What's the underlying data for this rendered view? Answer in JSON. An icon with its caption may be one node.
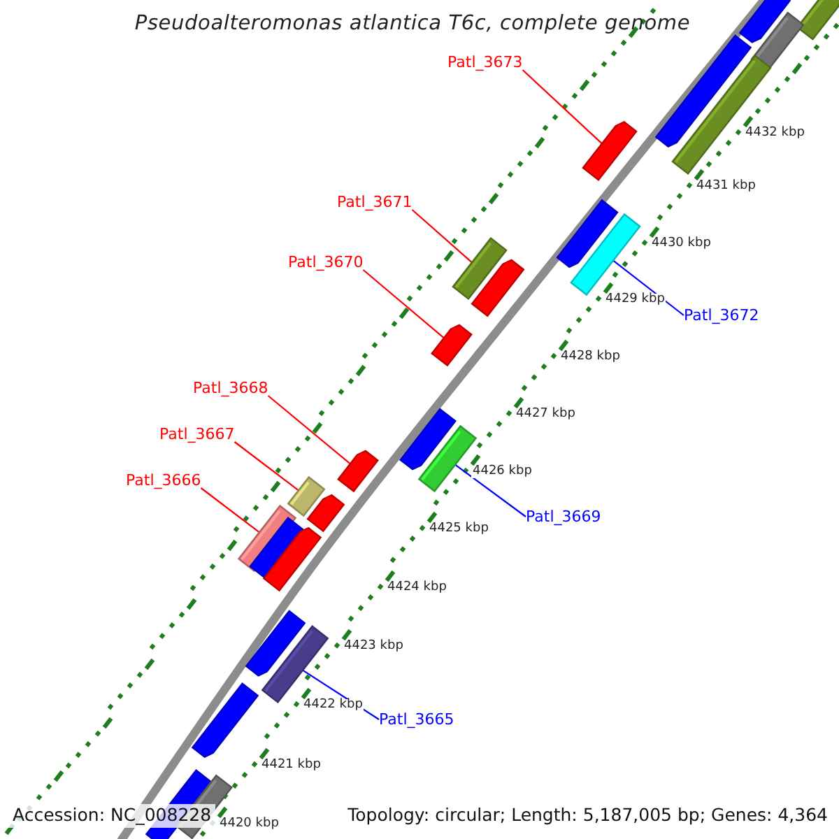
{
  "diagram": {
    "title": "Pseudoalteromonas atlantica T6c, complete genome",
    "nodes": [
      {
        "text": [
          "Patl_3673"
        ]
      },
      {
        "text": [],
        "shape": "arrow"
      },
      {
        "text": [
          "Patl_3671"
        ]
      },
      {
        "text": [],
        "shape": "bar"
      },
      {
        "text": [
          "Patl_3672"
        ]
      },
      {
        "text": [],
        "shape": "bar"
      },
      {
        "text": [
          "Patl_3670"
        ]
      },
      {
        "text": [],
        "shape": "arrow"
      },
      {
        "text": [
          "Patl_3668"
        ]
      },
      {
        "text": [],
        "shape": "arrow"
      },
      {
        "text": [
          "Patl_3667"
        ]
      },
      {
        "text": [],
        "shape": "bar"
      },
      {
        "text": [
          "Patl_3669"
        ]
      },
      {
        "text": [],
        "shape": "bar"
      },
      {
        "text": [
          "Patl_3666"
        ]
      },
      {
        "text": [],
        "shape": "bar"
      },
      {
        "text": [
          "Patl_3665"
        ]
      },
      {
        "text": [],
        "shape": "bar"
      },
      {
        "text": [],
        "shape": "arrow"
      },
      {
        "text": [],
        "shape": "bar"
      },
      {
        "text": [],
        "shape": "bar"
      },
      {
        "text": [],
        "shape": "arrow"
      },
      {
        "text": [],
        "shape": "bar"
      },
      {
        "text": [],
        "shape": "arrow"
      },
      {
        "text": [],
        "shape": "arrow"
      },
      {
        "text": [],
        "shape": "arrow"
      },
      {
        "text": [],
        "shape": "arrow"
      },
      {
        "text": [],
        "shape": "bar"
      },
      {
        "text": [],
        "shape": "arrow"
      },
      {
        "text": [],
        "shape": "arrow"
      },
      {
        "text": [],
        "shape": "arrow"
      },
      {
        "text": [],
        "shape": "arrow"
      },
      {
        "text": [],
        "shape": "bar"
      }
    ],
    "edges": [
      {
        "from": 0,
        "to": 1,
        "arrow": "none"
      },
      {
        "from": 2,
        "to": 3,
        "arrow": "none"
      },
      {
        "from": 4,
        "to": 5,
        "arrow": "none",
        "color": "#0000ff"
      },
      {
        "from": 6,
        "to": 7,
        "arrow": "none"
      },
      {
        "from": 8,
        "to": 9,
        "arrow": "none"
      },
      {
        "from": 10,
        "to": 11,
        "arrow": "none"
      },
      {
        "from": 12,
        "to": 13,
        "arrow": "none",
        "color": "#0000ff"
      },
      {
        "from": 14,
        "to": 15,
        "arrow": "none"
      },
      {
        "from": 16,
        "to": 17,
        "arrow": "none",
        "color": "#0000ff"
      }
    ],
    "labels": [
      "4432 kbp",
      "4431 kbp",
      "4430 kbp",
      "4429 kbp",
      "4428 kbp",
      "4427 kbp",
      "4426 kbp",
      "4425 kbp",
      "4424 kbp",
      "4423 kbp",
      "4422 kbp",
      "4421 kbp",
      "4420 kbp",
      "Accession: NC_008228",
      "Topology: circular; Length: 5,187,005 bp; Genes: 4,364"
    ]
  }
}
